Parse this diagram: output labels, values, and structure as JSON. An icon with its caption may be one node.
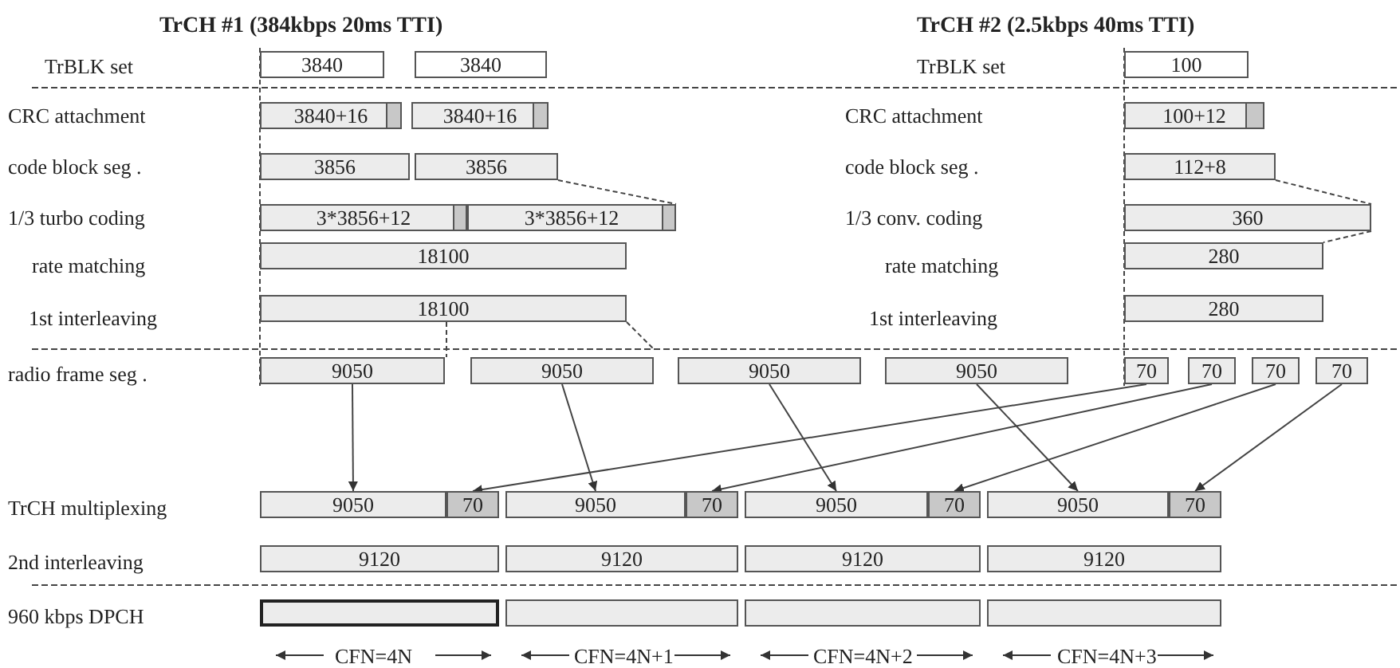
{
  "diagram": {
    "nodes": [
      {
        "text": [
          "3840"
        ]
      },
      {
        "text": [
          "3840"
        ]
      },
      {
        "text": [
          "100"
        ]
      },
      {
        "text": [
          "3840+16"
        ]
      },
      {
        "text": [
          "3840+16"
        ]
      },
      {
        "text": [
          "100+12"
        ]
      },
      {
        "text": [
          "3856"
        ]
      },
      {
        "text": [
          "3856"
        ]
      },
      {
        "text": [
          "112+8"
        ]
      },
      {
        "text": [
          "3*3856+12"
        ]
      },
      {
        "text": [
          "3*3856+12"
        ]
      },
      {
        "text": [
          "360"
        ]
      },
      {
        "text": [
          "18100"
        ]
      },
      {
        "text": [
          "280"
        ]
      },
      {
        "text": [
          "18100"
        ]
      },
      {
        "text": [
          "280"
        ]
      },
      {
        "text": [
          "9050"
        ]
      },
      {
        "text": [
          "9050"
        ]
      },
      {
        "text": [
          "9050"
        ]
      },
      {
        "text": [
          "9050"
        ]
      },
      {
        "text": [
          "70"
        ]
      },
      {
        "text": [
          "70"
        ]
      },
      {
        "text": [
          "70"
        ]
      },
      {
        "text": [
          "70"
        ]
      },
      {
        "text": [
          "9050"
        ]
      },
      {
        "text": [
          "70"
        ]
      },
      {
        "text": [
          "9050"
        ]
      },
      {
        "text": [
          "70"
        ]
      },
      {
        "text": [
          "9050"
        ]
      },
      {
        "text": [
          "70"
        ]
      },
      {
        "text": [
          "9050"
        ]
      },
      {
        "text": [
          "70"
        ]
      },
      {
        "text": [
          "9120"
        ]
      },
      {
        "text": [
          "9120"
        ]
      },
      {
        "text": [
          "9120"
        ]
      },
      {
        "text": [
          "9120"
        ]
      },
      {
        "text": [],
        "shape": "box"
      },
      {
        "text": [],
        "shape": "box"
      },
      {
        "text": [],
        "shape": "box"
      },
      {
        "text": [],
        "shape": "box"
      }
    ],
    "edges": [
      {
        "from": 16,
        "to": 24,
        "arrow": "to"
      },
      {
        "from": 17,
        "to": 26,
        "arrow": "to"
      },
      {
        "from": 18,
        "to": 28,
        "arrow": "to"
      },
      {
        "from": 19,
        "to": 30,
        "arrow": "to"
      },
      {
        "from": 20,
        "to": 25,
        "arrow": "to"
      },
      {
        "from": 21,
        "to": 27,
        "arrow": "to"
      },
      {
        "from": 22,
        "to": 29,
        "arrow": "to"
      },
      {
        "from": 23,
        "to": 31,
        "arrow": "to"
      }
    ],
    "labels": [
      "TrCH #1 (384kbps 20ms TTI)",
      "TrCH #2 (2.5kbps 40ms TTI)",
      "TrBLK set",
      "TrBLK set",
      "CRC attachment",
      "CRC attachment",
      "code block seg .",
      "code block seg .",
      "1/3 turbo coding",
      "1/3 conv. coding",
      "rate matching",
      "rate matching",
      "1st interleaving",
      "1st interleaving",
      "radio frame seg .",
      "TrCH multiplexing",
      "2nd interleaving",
      "960 kbps DPCH",
      "CFN=4N",
      "CFN=4N+1",
      "CFN=4N+2",
      "CFN=4N+3"
    ]
  }
}
